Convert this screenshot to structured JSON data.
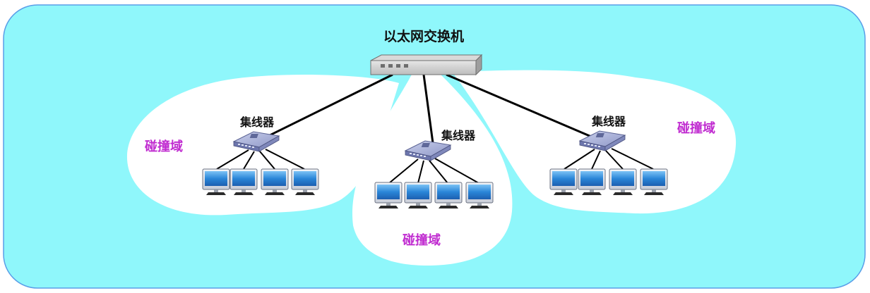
{
  "switch": {
    "label": "以太网交换机"
  },
  "hubs": [
    {
      "label": "集线器",
      "domain_label": "碰撞域"
    },
    {
      "label": "集线器",
      "domain_label": "碰撞域"
    },
    {
      "label": "集线器",
      "domain_label": "碰撞域"
    }
  ],
  "colors": {
    "background": "#8ff7fb",
    "background_border": "#5a9ee8",
    "domain_fill": "#ffffff",
    "domain_label": "#c02bd0",
    "link": "#000000",
    "hub_body": "#8f98c8",
    "monitor_screen": "#2a86d8"
  },
  "icons": [
    "ethernet-switch-icon",
    "hub-icon",
    "computer-icon"
  ]
}
